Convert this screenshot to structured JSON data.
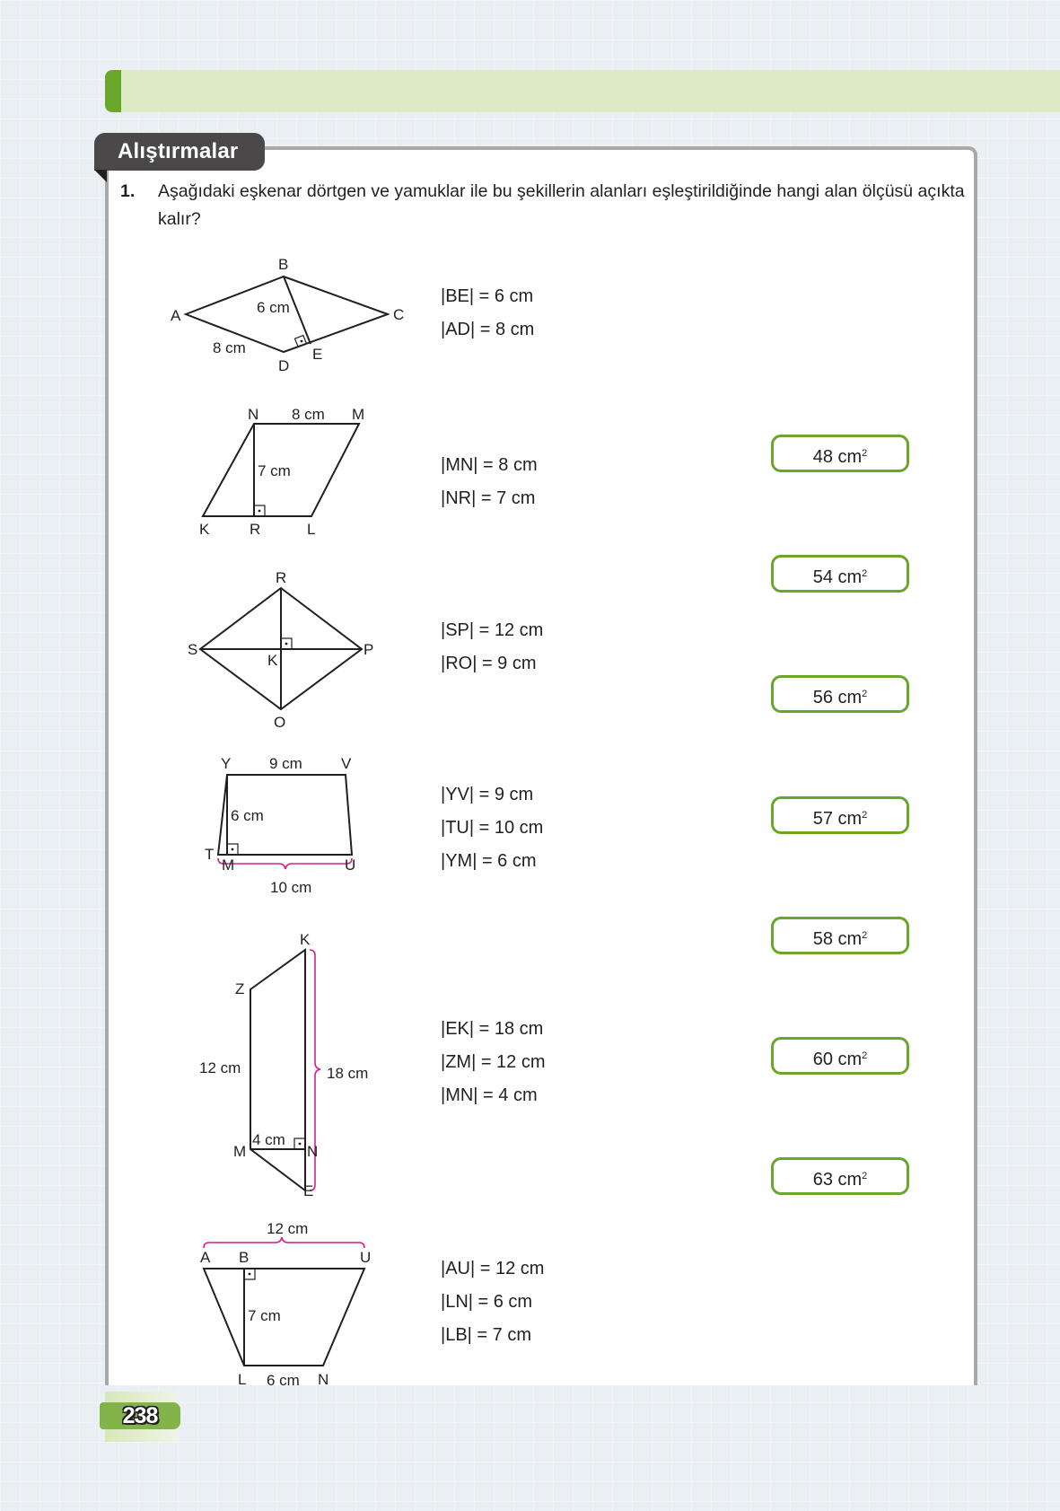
{
  "section": {
    "tab_label": "Alıştırmalar"
  },
  "question": {
    "number": "1.",
    "text": "Aşağıdaki eşkenar dörtgen ve yamuklar ile bu şekillerin alanları eşleştirildiğinde hangi alan ölçüsü açıkta kalır?"
  },
  "figures": [
    {
      "shape": "rhombus ABCD",
      "labels": {
        "A": "A",
        "B": "B",
        "C": "C",
        "D": "D",
        "E": "E",
        "side": "8 cm",
        "height": "6 cm"
      },
      "given": [
        "|BE| = 6 cm",
        "|AD| = 8 cm"
      ]
    },
    {
      "shape": "rhombus KLMN",
      "labels": {
        "N": "N",
        "M": "M",
        "K": "K",
        "R": "R",
        "L": "L",
        "top": "8 cm",
        "height": "7 cm"
      },
      "given": [
        "|MN| = 8 cm",
        "|NR| = 7 cm"
      ]
    },
    {
      "shape": "rhombus SRPO",
      "labels": {
        "R": "R",
        "S": "S",
        "P": "P",
        "O": "O",
        "K": "K"
      },
      "given": [
        "|SP| = 12 cm",
        "|RO| = 9 cm"
      ]
    },
    {
      "shape": "trapezoid YVUT",
      "labels": {
        "Y": "Y",
        "V": "V",
        "T": "T",
        "M": "M",
        "U": "U",
        "top": "9 cm",
        "height": "6 cm",
        "bottom": "10 cm"
      },
      "given": [
        "|YV| = 9 cm",
        "|TU| = 10 cm",
        "|YM| = 6 cm"
      ]
    },
    {
      "shape": "trapezoid ZKEM",
      "labels": {
        "K": "K",
        "Z": "Z",
        "M": "M",
        "N": "N",
        "E": "E",
        "left": "12 cm",
        "right": "18 cm",
        "height": "4 cm"
      },
      "given": [
        "|EK| = 18 cm",
        "|ZM| = 12 cm",
        "|MN| = 4 cm"
      ]
    },
    {
      "shape": "trapezoid AULN",
      "labels": {
        "A": "A",
        "B": "B",
        "U": "U",
        "L": "L",
        "N": "N",
        "top": "12 cm",
        "height": "7 cm",
        "bottom": "6 cm"
      },
      "given": [
        "|AU| = 12 cm",
        "|LN| = 6 cm",
        "|LB| = 7 cm"
      ]
    }
  ],
  "answers": [
    {
      "value": "48 cm",
      "unit_exp": "2"
    },
    {
      "value": "54 cm",
      "unit_exp": "2"
    },
    {
      "value": "56 cm",
      "unit_exp": "2"
    },
    {
      "value": "57 cm",
      "unit_exp": "2"
    },
    {
      "value": "58 cm",
      "unit_exp": "2"
    },
    {
      "value": "60 cm",
      "unit_exp": "2"
    },
    {
      "value": "63 cm",
      "unit_exp": "2"
    }
  ],
  "page_number": "238",
  "colors": {
    "accent_green": "#6aa629",
    "band_green": "#dcebc6",
    "tab_dark": "#4a4849",
    "bracket_magenta": "#d6218a"
  }
}
